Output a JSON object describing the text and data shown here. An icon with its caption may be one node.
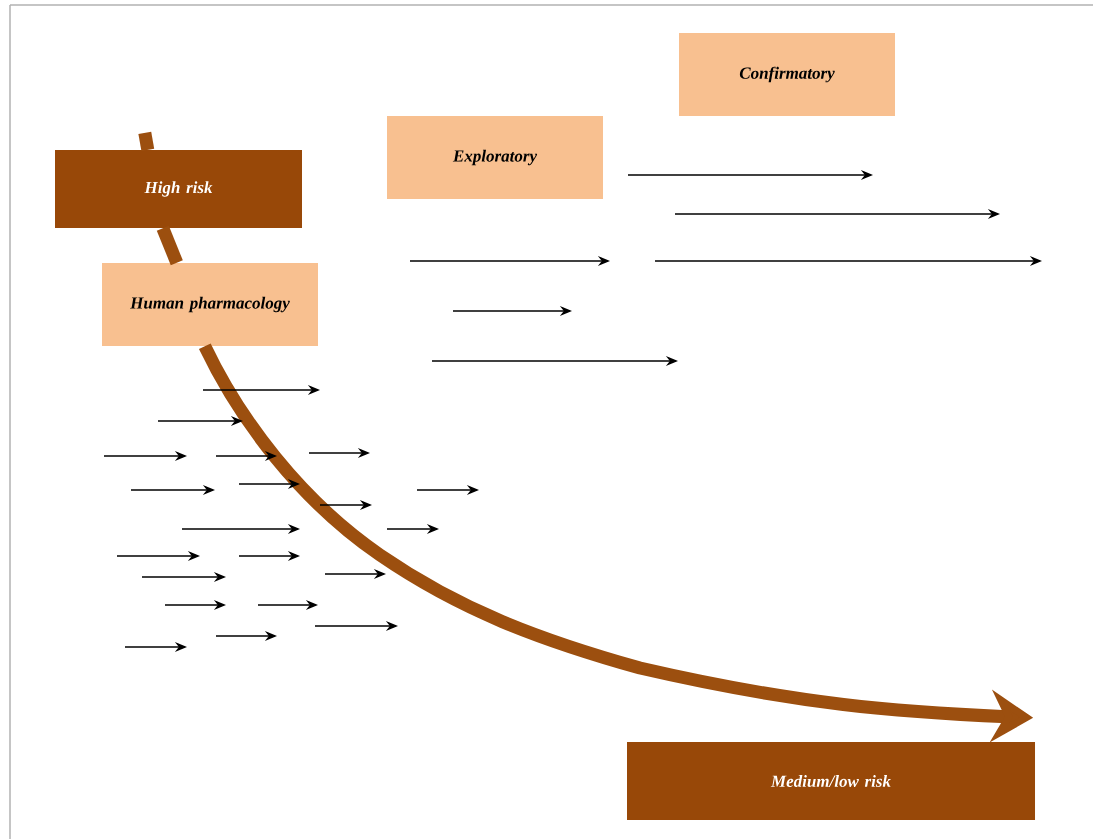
{
  "diagram": {
    "nodes": [
      {
        "text": [
          "High risk"
        ]
      },
      {
        "text": [
          "Human pharmacology"
        ]
      },
      {
        "text": [
          "Exploratory"
        ]
      },
      {
        "text": [
          "Confirmatory"
        ]
      },
      {
        "text": [
          "Medium/low risk"
        ]
      }
    ],
    "edges": [
      {
        "from": 0,
        "to": 1,
        "arrow": "none",
        "color": "#9c4f0f"
      },
      {
        "from": 1,
        "to": 4,
        "arrow": "to",
        "color": "#9c4f0f"
      }
    ]
  }
}
